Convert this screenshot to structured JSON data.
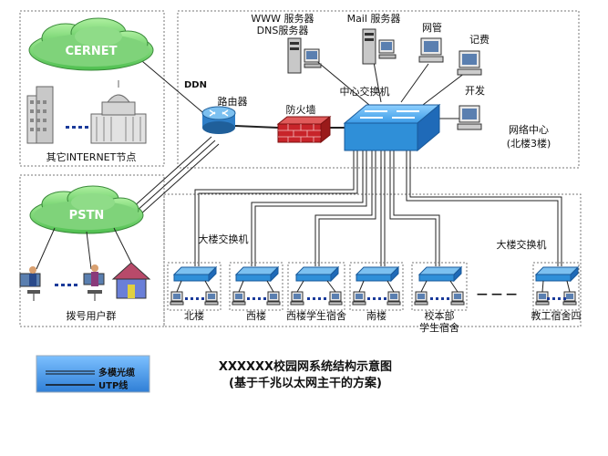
{
  "title": "XXXXXX校园网系统结构示意图",
  "subtitle": "(基于千兆以太网主干的方案)",
  "clouds": {
    "cernet": "CERNET",
    "pstn": "PSTN"
  },
  "labels": {
    "internet_nodes": "其它INTERNET节点",
    "dialup_users": "拨号用户群",
    "ddn": "DDN",
    "router": "路由器",
    "firewall": "防火墙",
    "core_switch": "中心交换机",
    "www_server_1": "WWW 服务器",
    "www_server_2": "DNS服务器",
    "mail_server": "Mail 服务器",
    "netmgmt": "网管",
    "billing": "记费",
    "dev": "开发",
    "netcenter_1": "网络中心",
    "netcenter_2": "(北楼3楼)",
    "building_switch_left": "大楼交换机",
    "building_switch_right": "大楼交换机",
    "ellipsis": "— — —"
  },
  "buildings": [
    {
      "label": "北楼"
    },
    {
      "label": "西楼"
    },
    {
      "label": "西楼学生宿舍"
    },
    {
      "label": "南楼"
    },
    {
      "label": "校本部学生宿舍",
      "label_1": "校本部",
      "label_2": "学生宿舍"
    },
    {
      "label": "教工宿舍四"
    }
  ],
  "legend": {
    "fiber": "多模光缆",
    "utp": "UTP线",
    "bg_color": "#3b8fe0"
  },
  "colors": {
    "switch": "#2f8fd8",
    "cloud": "#7fd37a",
    "firewall": "#c8242a",
    "router": "#3a8fd0"
  }
}
